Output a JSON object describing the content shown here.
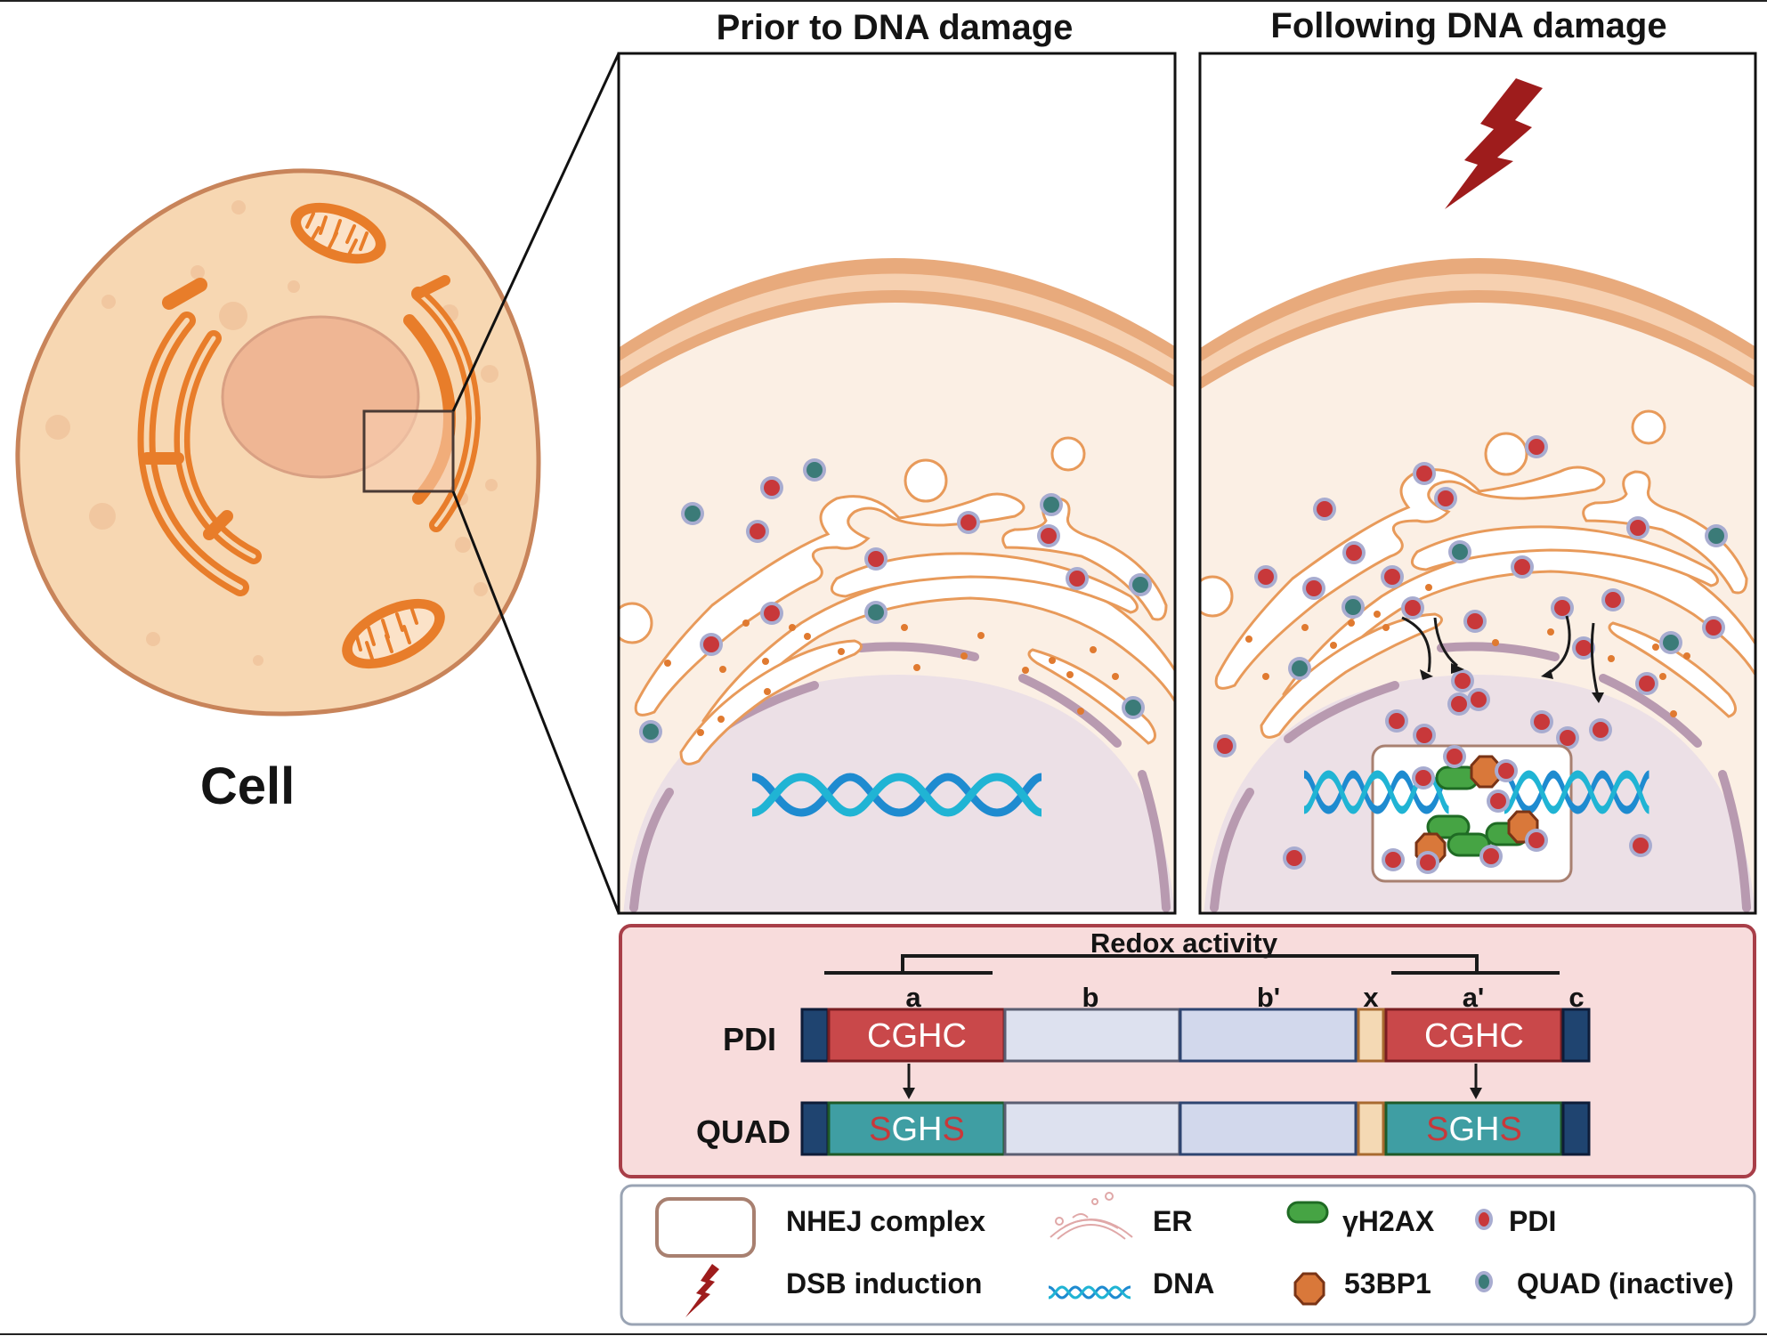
{
  "figure": {
    "overview_label": "Cell",
    "panels": [
      {
        "id": "prior",
        "title": "Prior to DNA damage"
      },
      {
        "id": "following",
        "title": "Following DNA damage"
      }
    ]
  },
  "domain_diagram": {
    "header": "Redox activity",
    "domain_labels": [
      "a",
      "b",
      "b'",
      "x",
      "a'",
      "c"
    ],
    "rows": [
      {
        "protein": "PDI",
        "motifs": [
          "CGHC",
          "CGHC"
        ],
        "motif_color": "#c9484a"
      },
      {
        "protein": "QUAD",
        "motifs": [
          {
            "s1": "S",
            "gh": "GH",
            "s2": "S"
          },
          {
            "s1": "S",
            "gh": "GH",
            "s2": "S"
          }
        ],
        "motif_color": "#3f9ea3"
      }
    ]
  },
  "legend": {
    "items": [
      {
        "icon": "nhej-complex-box-icon",
        "label": "NHEJ complex"
      },
      {
        "icon": "er-icon",
        "label": "ER"
      },
      {
        "icon": "gamma-h2ax-icon",
        "label": "γH2AX"
      },
      {
        "icon": "pdi-dot-icon",
        "label": "PDI"
      },
      {
        "icon": "lightning-bolt-icon",
        "label": "DSB induction"
      },
      {
        "icon": "dna-helix-icon",
        "label": "DNA"
      },
      {
        "icon": "53bp1-octagon-icon",
        "label": "53BP1"
      },
      {
        "icon": "quad-dot-icon",
        "label": "QUAD (inactive)"
      }
    ]
  },
  "colors": {
    "pdi": "#c8383a",
    "quad": "#3b7b78",
    "dot_halo": "#a8acd0",
    "gamma_h2ax": "#46a444",
    "p53bp1": "#d9783a",
    "dsb_bolt": "#9e1c1c",
    "er_outline": "#e89a5a",
    "nucleus": "#ece0e6",
    "nuclear_envelope": "#b89ab0",
    "cytoplasm": "#fbefe4",
    "membrane": "#e8aa7c",
    "redox_panel_bg": "#f8dcdc",
    "redox_panel_border": "#a83e48"
  }
}
